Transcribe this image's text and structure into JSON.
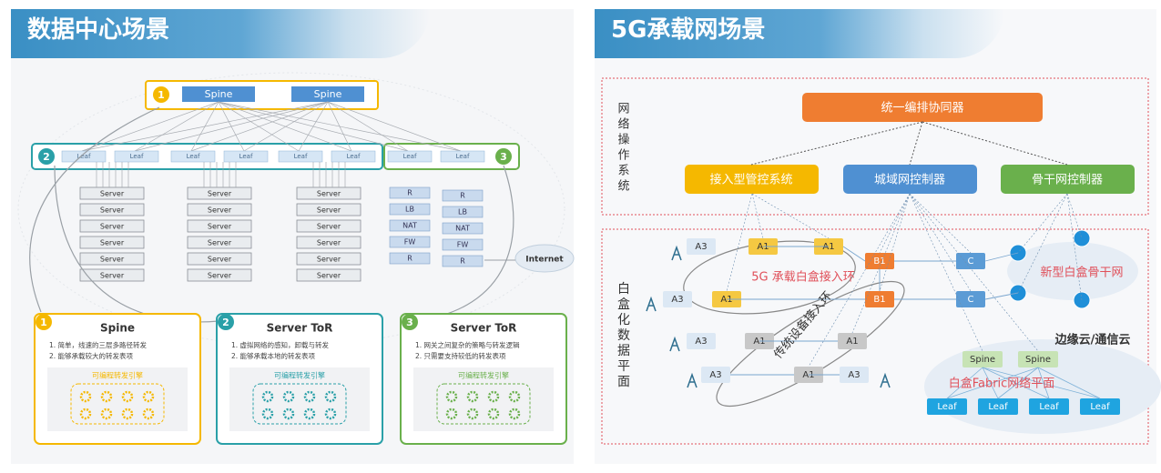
{
  "left": {
    "title": "数据中心场景",
    "spine_boxes": [
      "Spine",
      "Spine"
    ],
    "badges": [
      "1",
      "2",
      "3"
    ],
    "leaf_label": "Leaf",
    "server_label": "Server",
    "svc_rows": [
      "R",
      "LB",
      "NAT",
      "FW",
      "R"
    ],
    "internet": "Internet",
    "cards": [
      {
        "num": "1",
        "title": "Spine",
        "lines": [
          "1. 简单，线速的三层多路径转发",
          "2. 能够承载较大的转发表项"
        ],
        "engine": "可编程转发引擎",
        "color": "#f5b800"
      },
      {
        "num": "2",
        "title": "Server ToR",
        "lines": [
          "1. 虚拟网络的感知，卸载与转发",
          "2. 能够承载本地的转发表项"
        ],
        "engine": "可编程转发引擎",
        "color": "#2aa0a8"
      },
      {
        "num": "3",
        "title": "Server ToR",
        "lines": [
          "1. 网关之间复杂的策略与转发逻辑",
          "2. 只需要支持较低的转发表项"
        ],
        "engine": "可编程转发引擎",
        "color": "#6ab04c"
      }
    ]
  },
  "right": {
    "title": "5G承载网场景",
    "os_label": "网络操作系统",
    "plane_label": "白盒化数据平面",
    "orchestrator": "统一编排协同器",
    "controllers": [
      "接入型管控系统",
      "城域网控制器",
      "骨干网控制器"
    ],
    "nodes": {
      "a3": "A3",
      "a1": "A1",
      "b1": "B1",
      "c": "C",
      "spine": "Spine",
      "leaf": "Leaf"
    },
    "ring_5g": "5G 承载白盒接入环",
    "ring_legacy": "传统设备接入环",
    "backbone": "新型白盒骨干网",
    "edge_cloud": "边缘云/通信云",
    "fabric": "白盒Fabric网络平面"
  },
  "colors": {
    "orange": "#ef7d31",
    "yellow": "#f5b800",
    "blue": "#4f90d2",
    "green": "#6ab04c",
    "red_text": "#e0505a",
    "leaf": "#1fa4e0",
    "spine": "#c7e3b5"
  }
}
